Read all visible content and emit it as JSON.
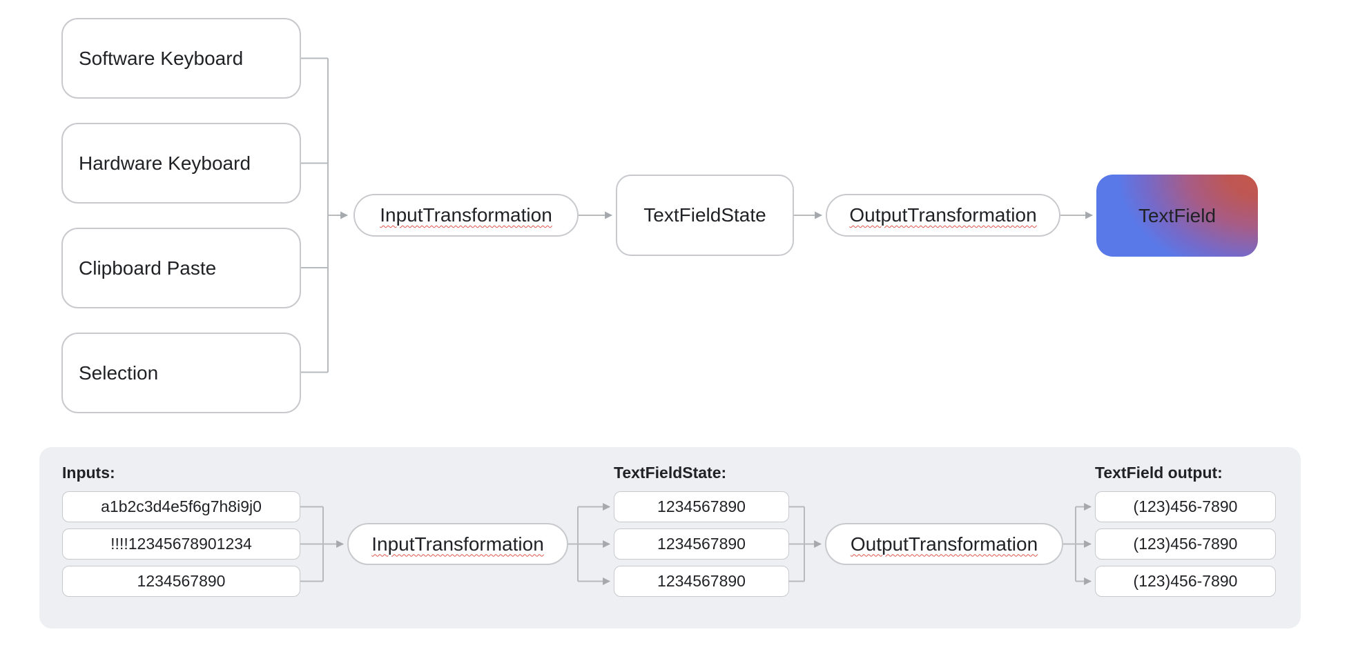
{
  "colors": {
    "box_border": "#c7c9cc",
    "connector": "#b7babd",
    "arrowhead": "#a5a8ac",
    "text": "#1f2124",
    "panel_bg": "#edeff2",
    "squiggle": "#dd5448",
    "textfield_gradient_blue": "#5a79e8",
    "textfield_gradient_red": "#c6574a"
  },
  "top": {
    "sources": [
      {
        "label": "Software Keyboard"
      },
      {
        "label": "Hardware Keyboard"
      },
      {
        "label": "Clipboard Paste"
      },
      {
        "label": "Selection"
      }
    ],
    "input_transformation": "InputTransformation",
    "text_field_state": "TextFieldState",
    "output_transformation": "OutputTransformation",
    "text_field": "TextField"
  },
  "bottom": {
    "inputs_label": "Inputs:",
    "inputs": [
      "a1b2c3d4e5f6g7h8i9j0",
      "!!!!12345678901234",
      "1234567890"
    ],
    "input_transformation": "InputTransformation",
    "state_label": "TextFieldState:",
    "states": [
      "1234567890",
      "1234567890",
      "1234567890"
    ],
    "output_transformation": "OutputTransformation",
    "output_label": "TextField output:",
    "outputs": [
      "(123)456-7890",
      "(123)456-7890",
      "(123)456-7890"
    ]
  }
}
